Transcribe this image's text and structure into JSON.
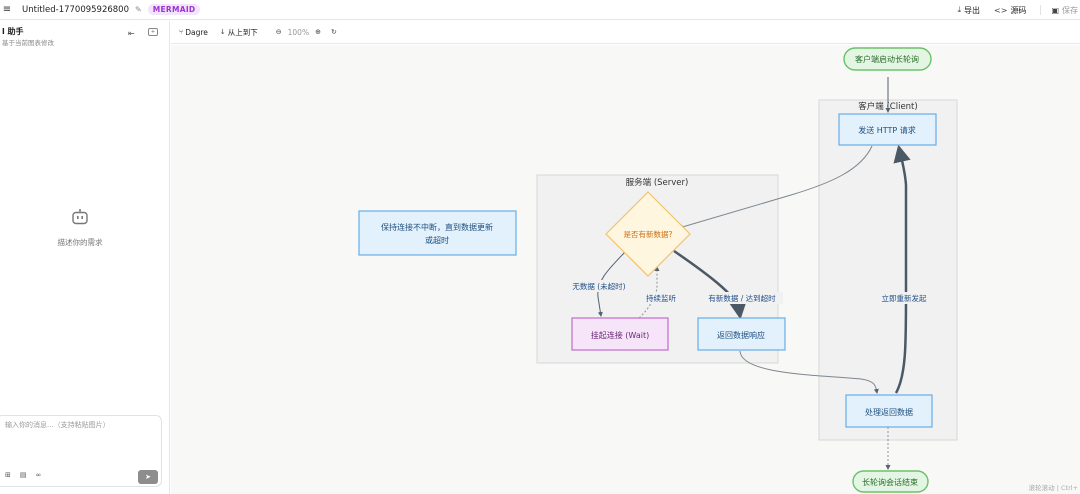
{
  "topbar": {
    "title": "Untitled-1770095926800",
    "badge": "MERMAID",
    "export_label": "导出",
    "source_label": "源码",
    "save_label": "保存"
  },
  "left_panel": {
    "title": "l 助手",
    "subtitle": "基于当前图表修改",
    "empty_text": "描述你的需求",
    "input_placeholder": "输入你的消息...（支持粘贴图片）"
  },
  "toolbar": {
    "layout_label": "Dagre",
    "direction_label": "从上到下",
    "zoom_level": "100%"
  },
  "diagram": {
    "start_node": "客户端启动长轮询",
    "client_group": "客户端 (Client)",
    "send_request": "发送 HTTP 请求",
    "server_group": "服务端 (Server)",
    "decision": "是否有新数据?",
    "note_line1": "保持连接不中断，直到数据更新",
    "note_line2": "或超时",
    "hold_connection": "挂起连接 (Wait)",
    "return_response": "返回数据响应",
    "process_data": "处理返回数据",
    "end_node": "长轮询会话结束",
    "edge_no_data": "无数据 (未超时)",
    "edge_keep_listen": "持续监听",
    "edge_new_data": "有新数据 / 达到超时",
    "edge_restart": "立即重新发起"
  },
  "canvas_hint": "滚轮滚动 | Ctrl+"
}
